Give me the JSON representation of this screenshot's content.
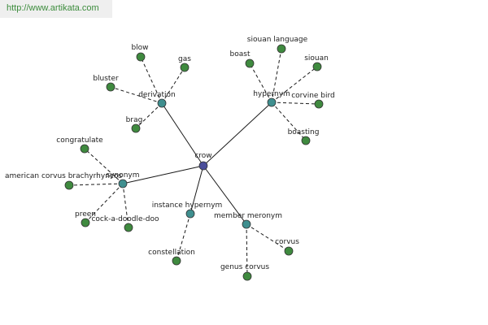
{
  "banner": {
    "url_text": "http://www.artikata.com"
  },
  "colors": {
    "root_node": "#4a4e9a",
    "relation_node": "#3f8f8f",
    "leaf_node": "#3f8a3f",
    "edge": "#1a1a1a",
    "banner_text": "#3c8c3c"
  },
  "graph": {
    "root": {
      "id": "crow",
      "label": "crow"
    },
    "relations": [
      {
        "id": "derivation",
        "label": "derivation",
        "leaves": [
          {
            "id": "blow",
            "label": "blow"
          },
          {
            "id": "gas",
            "label": "gas"
          },
          {
            "id": "bluster",
            "label": "bluster"
          },
          {
            "id": "brag",
            "label": "brag"
          }
        ]
      },
      {
        "id": "hypernym",
        "label": "hypernym",
        "leaves": [
          {
            "id": "siouan-language",
            "label": "siouan language"
          },
          {
            "id": "boast",
            "label": "boast"
          },
          {
            "id": "siouan",
            "label": "siouan"
          },
          {
            "id": "corvine-bird",
            "label": "corvine bird"
          },
          {
            "id": "boasting",
            "label": "boasting"
          }
        ]
      },
      {
        "id": "synonym",
        "label": "synonym",
        "leaves": [
          {
            "id": "congratulate",
            "label": "congratulate"
          },
          {
            "id": "american-corvus-brachyrhyncos",
            "label": "american corvus brachyrhyncos"
          },
          {
            "id": "preen",
            "label": "preen"
          },
          {
            "id": "cock-a-doodle-doo",
            "label": "cock-a-doodle-doo"
          }
        ]
      },
      {
        "id": "instance-hypernym",
        "label": "instance hypernym",
        "leaves": [
          {
            "id": "constellation",
            "label": "constellation"
          }
        ]
      },
      {
        "id": "member-meronym",
        "label": "member meronym",
        "leaves": [
          {
            "id": "corvus",
            "label": "corvus"
          },
          {
            "id": "genus-corvus",
            "label": "genus corvus"
          }
        ]
      }
    ]
  }
}
